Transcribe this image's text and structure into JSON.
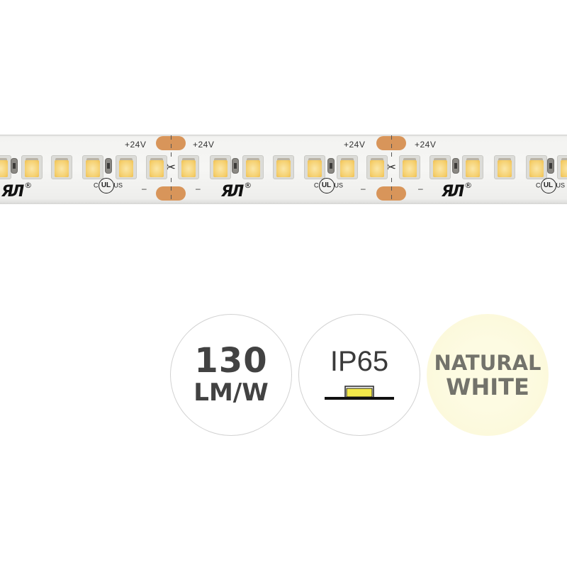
{
  "strip": {
    "voltage_label": "+24V",
    "minus_label": "–",
    "scissors_glyph": "✂",
    "ru_mark": "ЯЛ",
    "registered_glyph": "®",
    "ul_ring_text": "UL",
    "ul_left": "C",
    "ul_right": "US",
    "colors": {
      "led_die": "#f5cf6d",
      "pad": "#d8955a",
      "pcb": "#f6f6f4"
    }
  },
  "badges": {
    "efficacy": {
      "value": "130",
      "unit": "LM/W"
    },
    "ip_rating": {
      "label": "IP65",
      "icon": "led-strip-profile-icon"
    },
    "color_temp": {
      "line1": "NATURAL",
      "line2": "WHITE",
      "background": "#fcf9dc"
    }
  }
}
